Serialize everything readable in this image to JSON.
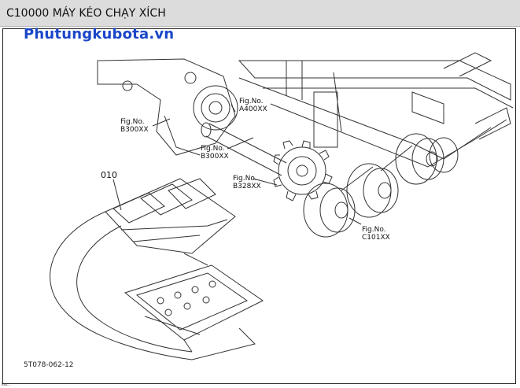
{
  "window": {
    "title": "C10000 MÁY KÉO CHẠY XÍCH"
  },
  "brand": {
    "name": "Phutungkubota.vn",
    "color": "#1a46c8"
  },
  "diagram": {
    "part_number": "010",
    "figure_code": "5T078-062-12",
    "footer_text": "Ino...",
    "refs": [
      {
        "line1": "Fig.No.",
        "line2": "B300XX"
      },
      {
        "line1": "Fig.No.",
        "line2": "A400XX"
      },
      {
        "line1": "Fig.No.",
        "line2": "B300XX"
      },
      {
        "line1": "Fig.No.",
        "line2": "B328XX"
      },
      {
        "line1": "Fig.No.",
        "line2": "C101XX"
      }
    ]
  }
}
